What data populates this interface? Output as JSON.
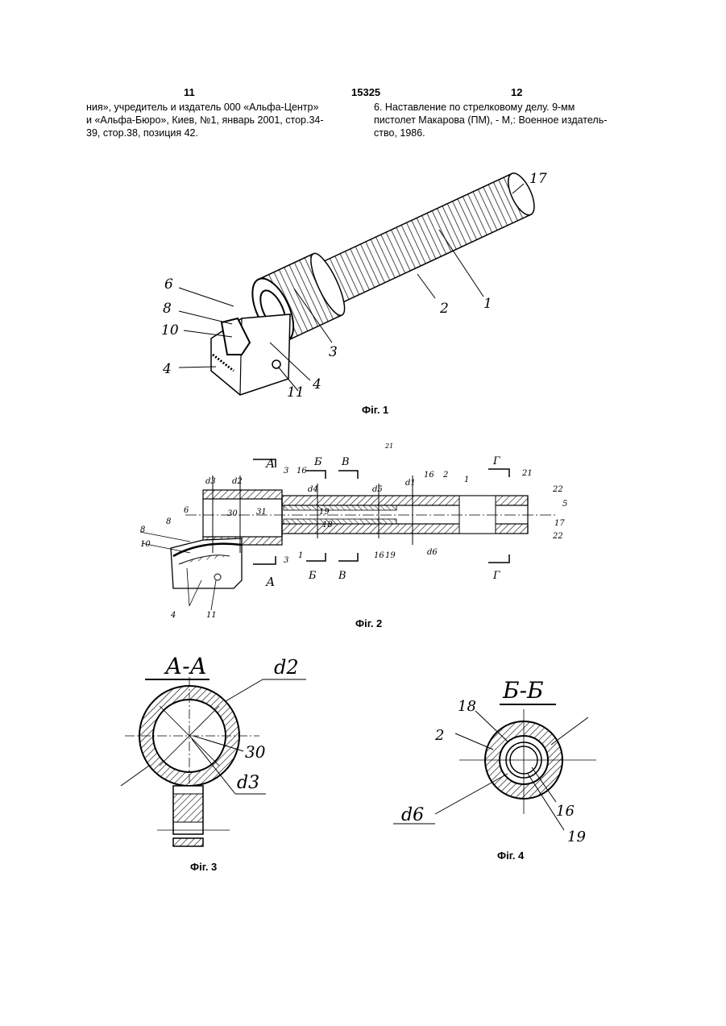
{
  "header": {
    "page_left": "11",
    "patent_number": "15325",
    "page_right": "12"
  },
  "text": {
    "left_lines": [
      "ния», учредитель и издатель 000 «Альфа-Центр»",
      "и «Альфа-Бюро», Киев, №1, январь 2001, стор.34-",
      "39, стор.38, позиция 42."
    ],
    "right_lines": [
      "6. Наставление по стрелковому делу. 9-мм",
      "пистолет Макарова (ПМ), - М,: Военное издатель-",
      "ство, 1986."
    ]
  },
  "figures": {
    "fig1": {
      "caption": "Фіг. 1",
      "labels": [
        "17",
        "6",
        "8",
        "10",
        "4",
        "2",
        "1",
        "3",
        "4",
        "11"
      ]
    },
    "fig2": {
      "caption": "Фіг. 2",
      "section_marks": [
        "А",
        "Б",
        "В",
        "Г",
        "А",
        "Б",
        "В",
        "Г"
      ],
      "labels": [
        "d3",
        "d2",
        "3",
        "16",
        "d4",
        "d5",
        "21",
        "d1",
        "16",
        "2",
        "1",
        "21",
        "22",
        "5",
        "6",
        "30",
        "31",
        "19",
        "8",
        "18",
        "17",
        "22",
        "8",
        "10",
        "3",
        "1",
        "16",
        "19",
        "d6",
        "4",
        "11"
      ]
    },
    "fig3": {
      "caption": "Фіг. 3",
      "section_title": "А-А",
      "labels": [
        "d2",
        "30",
        "d3"
      ]
    },
    "fig4": {
      "caption": "Фіг. 4",
      "section_title": "Б-Б",
      "labels": [
        "18",
        "2",
        "16",
        "19",
        "d6"
      ]
    }
  }
}
